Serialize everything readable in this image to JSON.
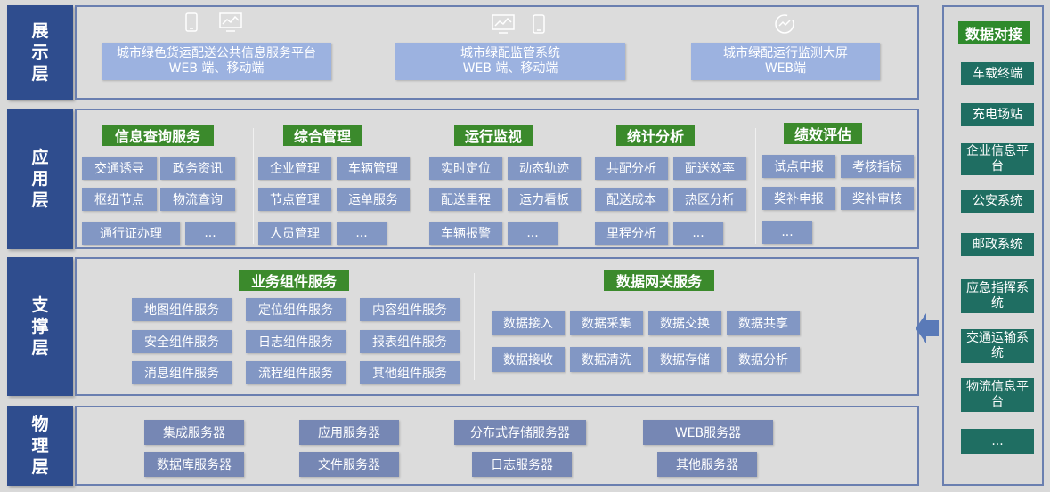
{
  "layers": {
    "display": "展示层",
    "application": "应用层",
    "support": "支撑层",
    "physical": "物理层"
  },
  "display": {
    "items": [
      {
        "line1": "城市绿色货运配送公共信息服务平台",
        "line2": "WEB 端、移动端"
      },
      {
        "line1": "城市绿配监管系统",
        "line2": "WEB 端、移动端"
      },
      {
        "line1": "城市绿配运行监测大屏",
        "line2": "WEB端"
      }
    ]
  },
  "application": {
    "groups": [
      {
        "title": "信息查询服务",
        "items": [
          "交通诱导",
          "政务资讯",
          "枢纽节点",
          "物流查询",
          "通行证办理",
          "..."
        ]
      },
      {
        "title": "综合管理",
        "items": [
          "企业管理",
          "车辆管理",
          "节点管理",
          "运单服务",
          "人员管理",
          "..."
        ]
      },
      {
        "title": "运行监视",
        "items": [
          "实时定位",
          "动态轨迹",
          "配送里程",
          "运力看板",
          "车辆报警",
          "..."
        ]
      },
      {
        "title": "统计分析",
        "items": [
          "共配分析",
          "配送效率",
          "配送成本",
          "热区分析",
          "里程分析",
          "..."
        ]
      },
      {
        "title": "绩效评估",
        "items": [
          "试点申报",
          "考核指标",
          "奖补申报",
          "奖补审核",
          "..."
        ]
      }
    ]
  },
  "support": {
    "business": {
      "title": "业务组件服务",
      "items": [
        "地图组件服务",
        "定位组件服务",
        "内容组件服务",
        "安全组件服务",
        "日志组件服务",
        "报表组件服务",
        "消息组件服务",
        "流程组件服务",
        "其他组件服务"
      ]
    },
    "gateway": {
      "title": "数据网关服务",
      "items": [
        "数据接入",
        "数据采集",
        "数据交换",
        "数据共享",
        "数据接收",
        "数据清洗",
        "数据存储",
        "数据分析"
      ]
    }
  },
  "physical": {
    "items": [
      "集成服务器",
      "应用服务器",
      "分布式存储服务器",
      "WEB服务器",
      "数据库服务器",
      "文件服务器",
      "日志服务器",
      "其他服务器"
    ]
  },
  "docking": {
    "title": "数据对接",
    "items": [
      "车载终端",
      "充电场站",
      "企业信息平台",
      "公安系统",
      "邮政系统",
      "应急指挥系统",
      "交通运输系统",
      "物流信息平台",
      "..."
    ]
  }
}
